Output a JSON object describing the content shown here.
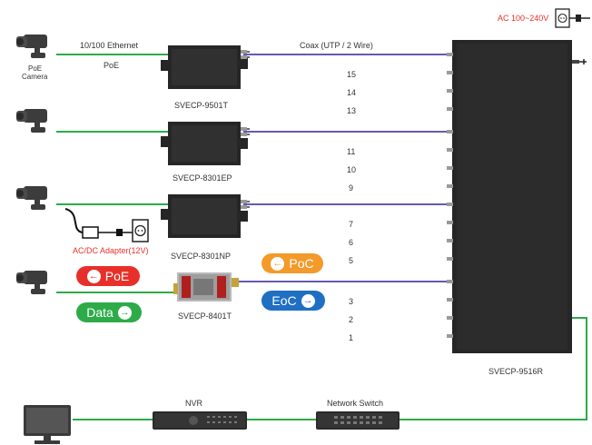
{
  "power_source": {
    "label": "AC 100~240V",
    "color": "#e8302a"
  },
  "cameras": [
    {
      "label_line1": "PoE",
      "label_line2": "Camera"
    }
  ],
  "links": {
    "ethernet_label": "10/100 Ethernet",
    "poe_label": "PoE",
    "coax_label": "Coax (UTP / 2 Wire)"
  },
  "devices": {
    "tx1": "SVECP-9501T",
    "tx2": "SVECP-8301EP",
    "tx3": "SVECP-8301NP",
    "tx4": "SVECP-8401T",
    "receiver": "SVECP-9516R",
    "nvr": "NVR",
    "switch": "Network Switch"
  },
  "adapter_label": "AC/DC Adapter(12V)",
  "port_numbers": [
    "15",
    "14",
    "13",
    "11",
    "10",
    "9",
    "7",
    "6",
    "5",
    "3",
    "2",
    "1"
  ],
  "badges": {
    "poe": {
      "label": "PoE",
      "arrow": "←",
      "color": "#e8302a"
    },
    "data": {
      "label": "Data",
      "arrow": "→",
      "color": "#2eab49"
    },
    "poc": {
      "label": "PoC",
      "arrow": "←",
      "color": "#f39a2b"
    },
    "eoc": {
      "label": "EoC",
      "arrow": "→",
      "color": "#1f6fc2"
    }
  },
  "colors": {
    "ethernet": "#2eab49",
    "coax": "#6a58b0",
    "device": "#262626"
  }
}
